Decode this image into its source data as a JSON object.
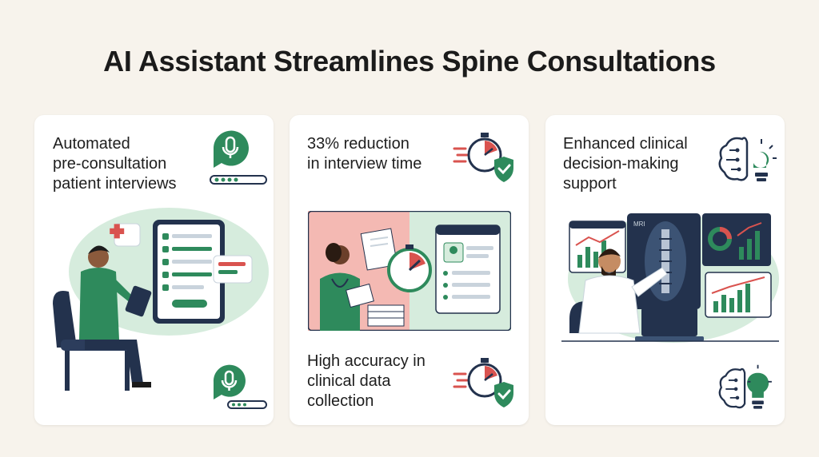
{
  "title": "AI Assistant Streamlines Spine Consultations",
  "colors": {
    "background": "#f7f3ec",
    "card": "#ffffff",
    "green": "#2e8a5c",
    "light_green": "#d6ecdd",
    "red": "#d9534f",
    "navy": "#23324d"
  },
  "cards": [
    {
      "text": "Automated\npre-consultation\npatient interviews",
      "icons": [
        "microphone-chat-icon",
        "progress-dots-icon",
        "microphone-chat-icon-small"
      ],
      "illustration": "patient-using-tablet"
    },
    {
      "text": "33% reduction\nin interview time",
      "text2": "High accuracy in\nclinical data\ncollection",
      "icons": [
        "stopwatch-shield-icon",
        "stopwatch-shield-icon-small"
      ],
      "illustration": "nurse-paperwork-vs-digital-form"
    },
    {
      "text": "Enhanced clinical\ndecision-making\nsupport",
      "icons": [
        "brain-lightbulb-icon",
        "brain-lightbulb-icon-small"
      ],
      "illustration": "doctor-reviewing-spine-mri",
      "mri_label": "MRI"
    }
  ]
}
